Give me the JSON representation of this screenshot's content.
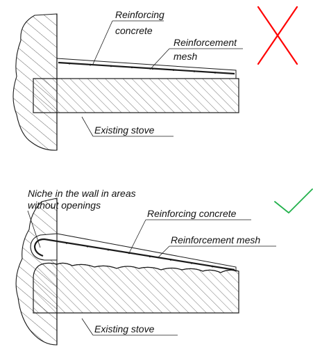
{
  "top_detail": {
    "labels": {
      "reinforcing_concrete_line1": "Reinforcing",
      "reinforcing_concrete_line2": "concrete",
      "reinforcement_mesh_line1": "Reinforcement",
      "reinforcement_mesh_line2": "mesh",
      "existing_stove": "Existing stove"
    },
    "verdict": "incorrect",
    "verdict_icon": "red-cross-icon",
    "verdict_color": "#ff0000"
  },
  "bottom_detail": {
    "labels": {
      "niche_line1": "Niche in the wall in areas",
      "niche_line2": "without openings",
      "reinforcing_concrete": "Reinforcing concrete",
      "reinforcement_mesh": "Reinforcement mesh",
      "existing_stove": "Existing stove"
    },
    "verdict": "correct",
    "verdict_icon": "green-check-icon",
    "verdict_color": "#22b14c"
  },
  "colors": {
    "ink": "#1a1a1a"
  }
}
